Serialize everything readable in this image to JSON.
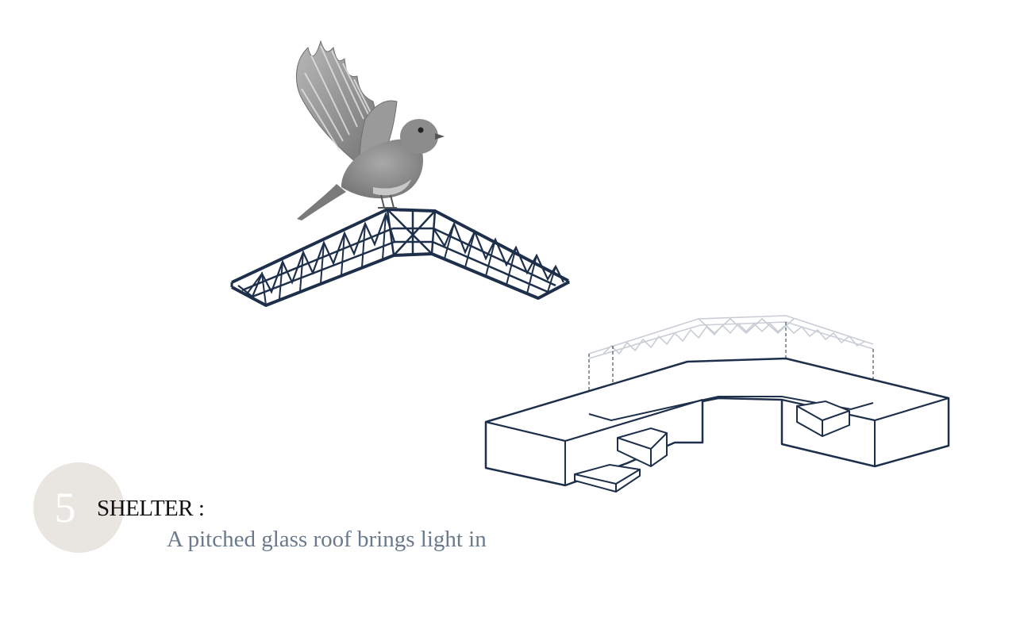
{
  "step": {
    "number": "5",
    "title": "SHELTER :",
    "subtitle": "A pitched glass roof brings light in"
  },
  "colors": {
    "structure": "#1d2f4a",
    "ghost_roof": "#c9ced6",
    "glass": "#d3d8e0",
    "circle": "#e9e6e2",
    "subtitle": "#6a7a8c",
    "bird_body": "#8a8a8a"
  },
  "illustrations": {
    "bird": "robin-photo",
    "roof": "space-frame-roof",
    "building": "building-axonometric"
  }
}
